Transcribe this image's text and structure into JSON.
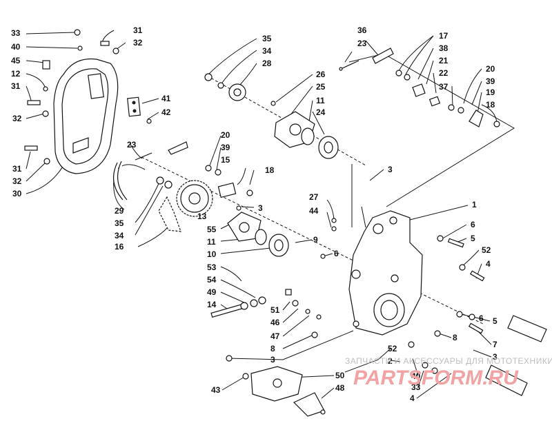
{
  "labels": [
    {
      "id": "l33a",
      "text": "33"
    },
    {
      "id": "l40a",
      "text": "40"
    },
    {
      "id": "l45",
      "text": "45"
    },
    {
      "id": "l12a",
      "text": "12"
    },
    {
      "id": "l31a",
      "text": "31"
    },
    {
      "id": "l32a",
      "text": "32"
    },
    {
      "id": "l31b",
      "text": "31"
    },
    {
      "id": "l32b",
      "text": "32"
    },
    {
      "id": "l30",
      "text": "30"
    },
    {
      "id": "l31c",
      "text": "31"
    },
    {
      "id": "l32c",
      "text": "32"
    },
    {
      "id": "l41",
      "text": "41"
    },
    {
      "id": "l42",
      "text": "42"
    },
    {
      "id": "l35a",
      "text": "35"
    },
    {
      "id": "l34a",
      "text": "34"
    },
    {
      "id": "l28",
      "text": "28"
    },
    {
      "id": "l26",
      "text": "26"
    },
    {
      "id": "l25",
      "text": "25"
    },
    {
      "id": "l11a",
      "text": "11"
    },
    {
      "id": "l24",
      "text": "24"
    },
    {
      "id": "l36",
      "text": "36"
    },
    {
      "id": "l23a",
      "text": "23"
    },
    {
      "id": "l17",
      "text": "17"
    },
    {
      "id": "l38",
      "text": "38"
    },
    {
      "id": "l21",
      "text": "21"
    },
    {
      "id": "l22",
      "text": "22"
    },
    {
      "id": "l37",
      "text": "37"
    },
    {
      "id": "l20a",
      "text": "20"
    },
    {
      "id": "l39a",
      "text": "39"
    },
    {
      "id": "l19",
      "text": "19"
    },
    {
      "id": "l18a",
      "text": "18"
    },
    {
      "id": "l23b",
      "text": "23"
    },
    {
      "id": "l20b",
      "text": "20"
    },
    {
      "id": "l39b",
      "text": "39"
    },
    {
      "id": "l15",
      "text": "15"
    },
    {
      "id": "l18b",
      "text": "18"
    },
    {
      "id": "l3a",
      "text": "3"
    },
    {
      "id": "l29",
      "text": "29"
    },
    {
      "id": "l35b",
      "text": "35"
    },
    {
      "id": "l34b",
      "text": "34"
    },
    {
      "id": "l16",
      "text": "16"
    },
    {
      "id": "l13",
      "text": "13"
    },
    {
      "id": "l3b",
      "text": "3"
    },
    {
      "id": "l55",
      "text": "55"
    },
    {
      "id": "l11b",
      "text": "11"
    },
    {
      "id": "l10",
      "text": "10"
    },
    {
      "id": "l27",
      "text": "27"
    },
    {
      "id": "l44",
      "text": "44"
    },
    {
      "id": "l1",
      "text": "1"
    },
    {
      "id": "l6a",
      "text": "6"
    },
    {
      "id": "l5a",
      "text": "5"
    },
    {
      "id": "l9",
      "text": "9"
    },
    {
      "id": "l6b",
      "text": "6"
    },
    {
      "id": "l52a",
      "text": "52"
    },
    {
      "id": "l4a",
      "text": "4"
    },
    {
      "id": "l53",
      "text": "53"
    },
    {
      "id": "l54",
      "text": "54"
    },
    {
      "id": "l49",
      "text": "49"
    },
    {
      "id": "l14",
      "text": "14"
    },
    {
      "id": "l51",
      "text": "51"
    },
    {
      "id": "l46",
      "text": "46"
    },
    {
      "id": "l47",
      "text": "47"
    },
    {
      "id": "l8a",
      "text": "8"
    },
    {
      "id": "l3c",
      "text": "3"
    },
    {
      "id": "l6c",
      "text": "6"
    },
    {
      "id": "l5b",
      "text": "5"
    },
    {
      "id": "l8b",
      "text": "8"
    },
    {
      "id": "l7",
      "text": "7"
    },
    {
      "id": "l3d",
      "text": "3"
    },
    {
      "id": "l52b",
      "text": "52"
    },
    {
      "id": "l2",
      "text": "2"
    },
    {
      "id": "l43",
      "text": "43"
    },
    {
      "id": "l50",
      "text": "50"
    },
    {
      "id": "l40b",
      "text": "40"
    },
    {
      "id": "l33b",
      "text": "33"
    },
    {
      "id": "l4b",
      "text": "4"
    },
    {
      "id": "l48",
      "text": "48"
    }
  ],
  "watermark": {
    "line1": "ЗАПЧАСТИ И АКСЕССУАРЫ ДЛЯ МОТОТЕХНИКИ",
    "line2": "PARTSFORM.RU"
  }
}
